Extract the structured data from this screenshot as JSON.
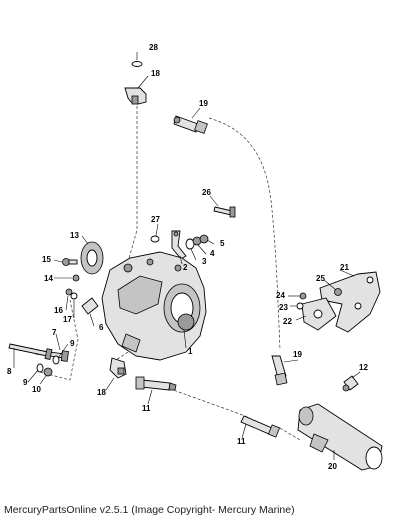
{
  "footer": "MercuryPartsOnline v2.5.1 (Image Copyright- Mercury Marine)",
  "callouts": {
    "c1": "1",
    "c2": "2",
    "c3": "3",
    "c4": "4",
    "c5": "5",
    "c6": "6",
    "c7": "7",
    "c8": "8",
    "c9a": "9",
    "c9b": "9",
    "c10": "10",
    "c11a": "11",
    "c11b": "11",
    "c12": "12",
    "c13": "13",
    "c14": "14",
    "c15": "15",
    "c16": "16",
    "c17": "17",
    "c18a": "18",
    "c18b": "18",
    "c19a": "19",
    "c19b": "19",
    "c20": "20",
    "c21": "21",
    "c22": "22",
    "c23": "23",
    "c24": "24",
    "c25": "25",
    "c26": "26",
    "c27": "27",
    "c28": "28"
  }
}
